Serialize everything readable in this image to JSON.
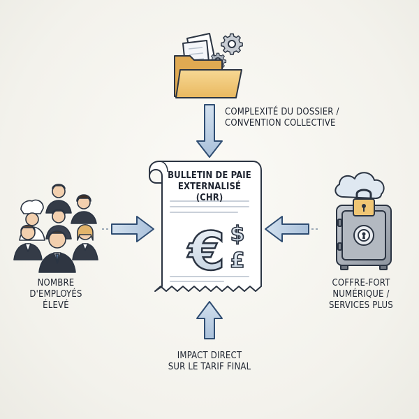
{
  "document": {
    "title_line1": "BULLETIN DE PAIE",
    "title_line2": "EXTERNALISÉ (CHR)",
    "currency_main": "€",
    "currency_dollar": "$",
    "currency_pound": "£"
  },
  "factors": {
    "top": {
      "line1": "COMPLEXITÉ DU DOSSIER /",
      "line2": "CONVENTION COLLECTIVE",
      "icon": "folder-gears-icon"
    },
    "left": {
      "line1": "NOMBRE",
      "line2": "D'EMPLOYÉS",
      "line3": "ÉLEVÉ",
      "icon": "staff-group-icon"
    },
    "right": {
      "line1": "COFFRE-FORT",
      "line2": "NUMÉRIQUE /",
      "line3": "SERVICES PLUS",
      "icon": "safe-cloud-lock-icon"
    },
    "bottom": {
      "line1": "IMPACT DIRECT",
      "line2": "SUR LE TARIF FINAL"
    }
  },
  "colors": {
    "arrow_fill": "#b9cde3",
    "arrow_stroke": "#2f4d72",
    "outline": "#2b3442",
    "folder": "#f1c97a",
    "suit": "#343b47",
    "safe": "#9aa1ab"
  }
}
